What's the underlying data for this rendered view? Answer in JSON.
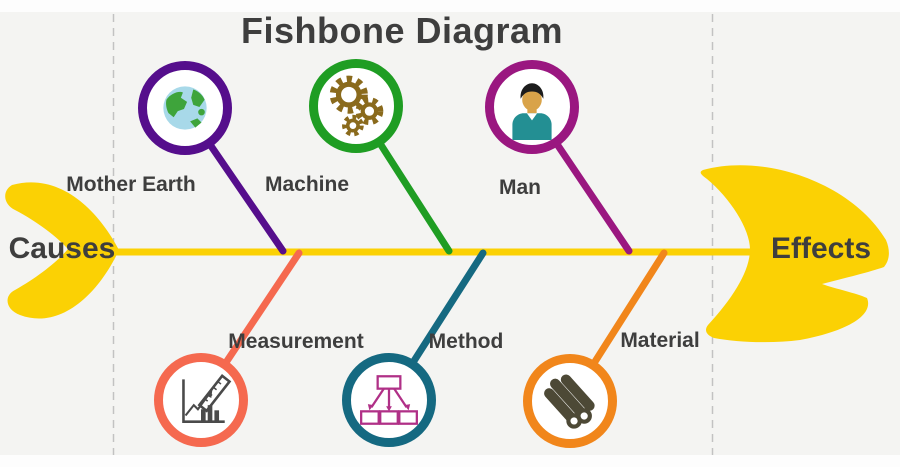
{
  "title": "Fishbone Diagram",
  "canvas": {
    "background": "#F4F4F2",
    "margin_band": "#FDFDFD",
    "guide_line_color": "#C2C2C2",
    "text_color": "#3E3E3E"
  },
  "spine": {
    "left_label": "Causes",
    "right_label": "Effects",
    "color": "#FBD104"
  },
  "top_branches": [
    {
      "label": "Mother Earth",
      "color": "#550E8C",
      "icon": "earth-icon"
    },
    {
      "label": "Machine",
      "color": "#1F9D23",
      "icon": "gears-icon"
    },
    {
      "label": "Man",
      "color": "#9A1780",
      "icon": "person-icon"
    }
  ],
  "bottom_branches": [
    {
      "label": "Measurement",
      "color": "#F5694F",
      "icon": "chart-ruler-icon"
    },
    {
      "label": "Method",
      "color": "#156981",
      "icon": "flowchart-icon"
    },
    {
      "label": "Material",
      "color": "#F1861B",
      "icon": "logs-icon"
    }
  ],
  "icon_colors": {
    "earth_ocean": "#A8D9E9",
    "earth_land": "#3EA43B",
    "gears": "#8A6A1C",
    "person_hair": "#1C1C1C",
    "person_skin": "#D9A349",
    "person_shirt": "#238F93",
    "chart": "#4A4A4A",
    "flowchart": "#B03087",
    "logs": "#4D4936"
  }
}
